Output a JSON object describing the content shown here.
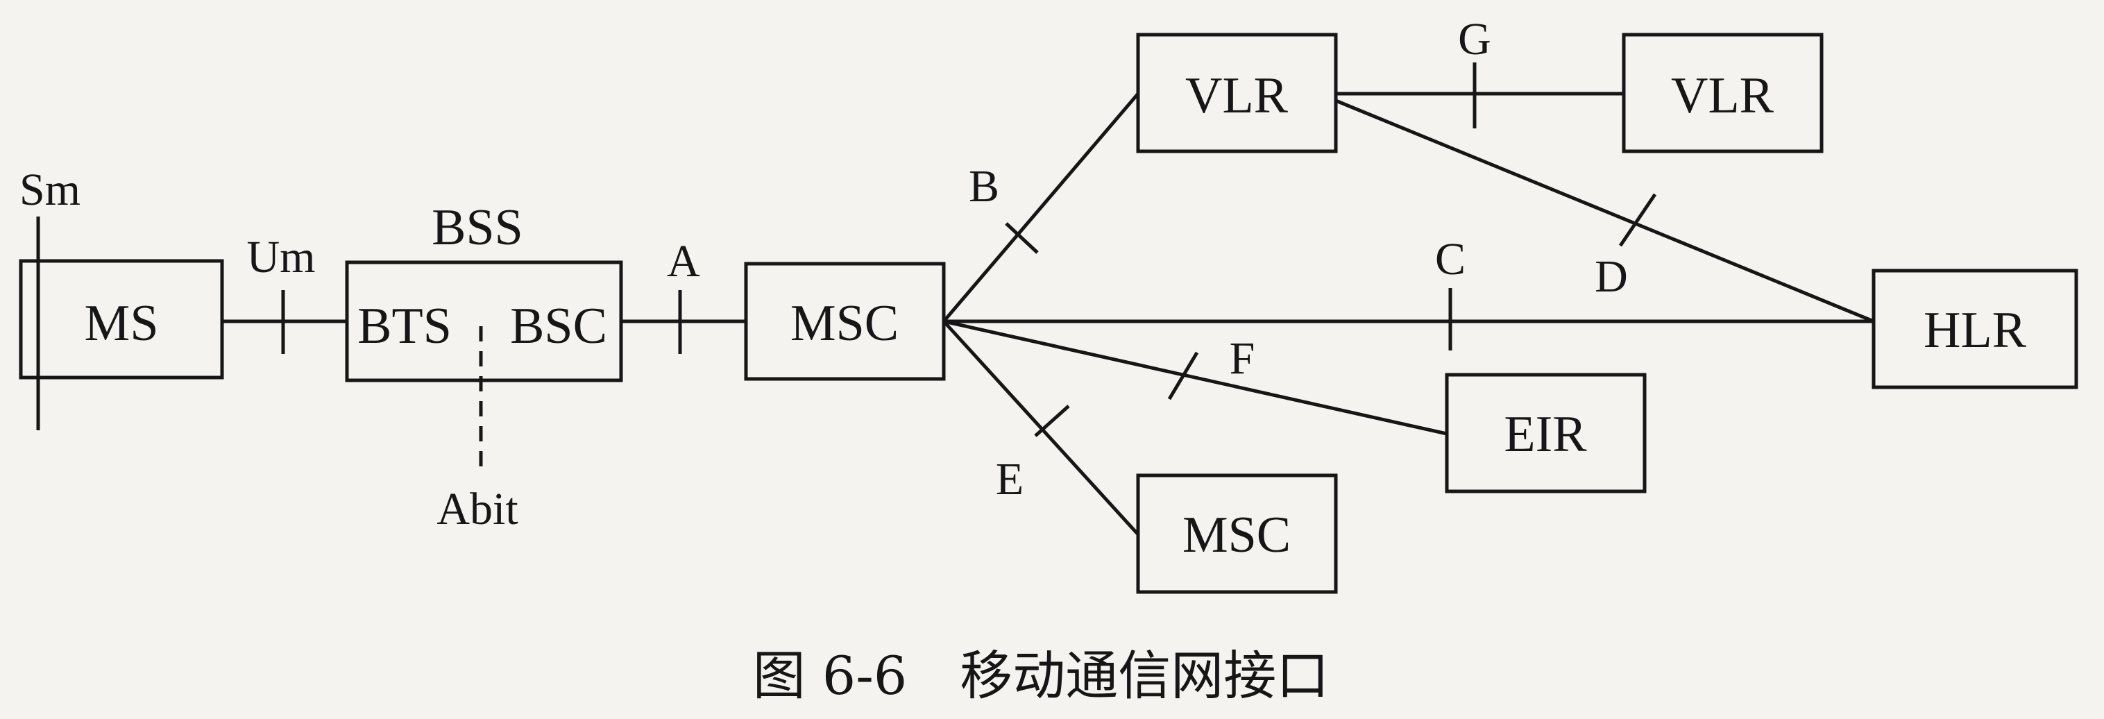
{
  "diagram": {
    "nodes": {
      "ms": "MS",
      "bss": "BSS",
      "bts": "BTS",
      "bsc": "BSC",
      "msc_main": "MSC",
      "vlr_1": "VLR",
      "vlr_2": "VLR",
      "hlr": "HLR",
      "eir": "EIR",
      "msc_other": "MSC"
    },
    "interfaces": {
      "sm": "Sm",
      "um": "Um",
      "abit": "Abit",
      "a": "A",
      "b": "B",
      "c": "C",
      "d": "D",
      "e": "E",
      "f": "F",
      "g": "G"
    }
  },
  "caption": "图 6-6　移动通信网接口"
}
